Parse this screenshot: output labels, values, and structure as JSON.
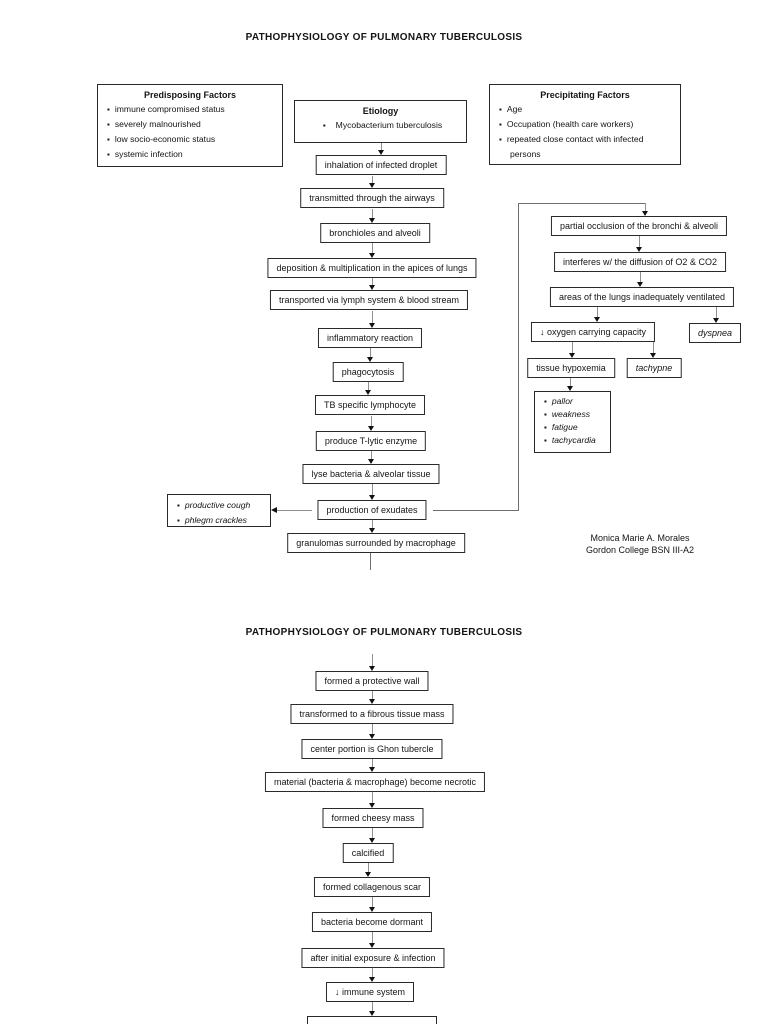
{
  "page1": {
    "title": "PATHOPHYSIOLOGY OF PULMONARY TUBERCULOSIS",
    "predisposing_factors": {
      "title": "Predisposing Factors",
      "items": [
        "immune compromised status",
        "severely malnourished",
        "low socio-economic status",
        "systemic infection"
      ]
    },
    "etiology": {
      "title": "Etiology",
      "items": [
        "Mycobacterium tuberculosis"
      ]
    },
    "precipitating_factors": {
      "title": "Precipitating Factors",
      "items": [
        "Age",
        "Occupation (health care workers)",
        "repeated close contact with infected persons"
      ]
    },
    "main_flow": [
      "inhalation of infected droplet",
      "transmitted through the airways",
      "bronchioles and alveoli",
      "deposition & multiplication in the apices of lungs",
      "transported via lymph system & blood stream",
      "inflammatory reaction",
      "phagocytosis",
      "TB specific lymphocyte",
      "produce T-lytic enzyme",
      "lyse bacteria & alveolar tissue",
      "production of exudates",
      "granulomas surrounded by macrophage"
    ],
    "cough_signs": [
      "productive cough",
      "phlegm crackles"
    ],
    "right_flow": {
      "boxes": [
        "partial occlusion of the bronchi & alveoli",
        "interferes w/ the diffusion of O2 & CO2",
        "areas of the lungs inadequately ventilated",
        "↓ oxygen carrying capacity",
        "tissue hypoxemia"
      ],
      "dyspnea": "dyspnea",
      "tachypne": "tachypne",
      "hypoxemia_signs": [
        "pallor",
        "weakness",
        "fatigue",
        "tachycardia"
      ]
    },
    "credit_line1": "Monica Marie A. Morales",
    "credit_line2": "Gordon College BSN III-A2"
  },
  "page2": {
    "title": "PATHOPHYSIOLOGY OF PULMONARY TUBERCULOSIS",
    "flow": [
      "formed a protective wall",
      "transformed to a fibrous tissue mass",
      "center portion is Ghon tubercle",
      "material (bacteria & macrophage) become necrotic",
      "formed cheesy mass",
      "calcified",
      "formed collagenous scar",
      "bacteria become dormant",
      "after initial exposure & infection",
      "↓ immune system"
    ]
  }
}
